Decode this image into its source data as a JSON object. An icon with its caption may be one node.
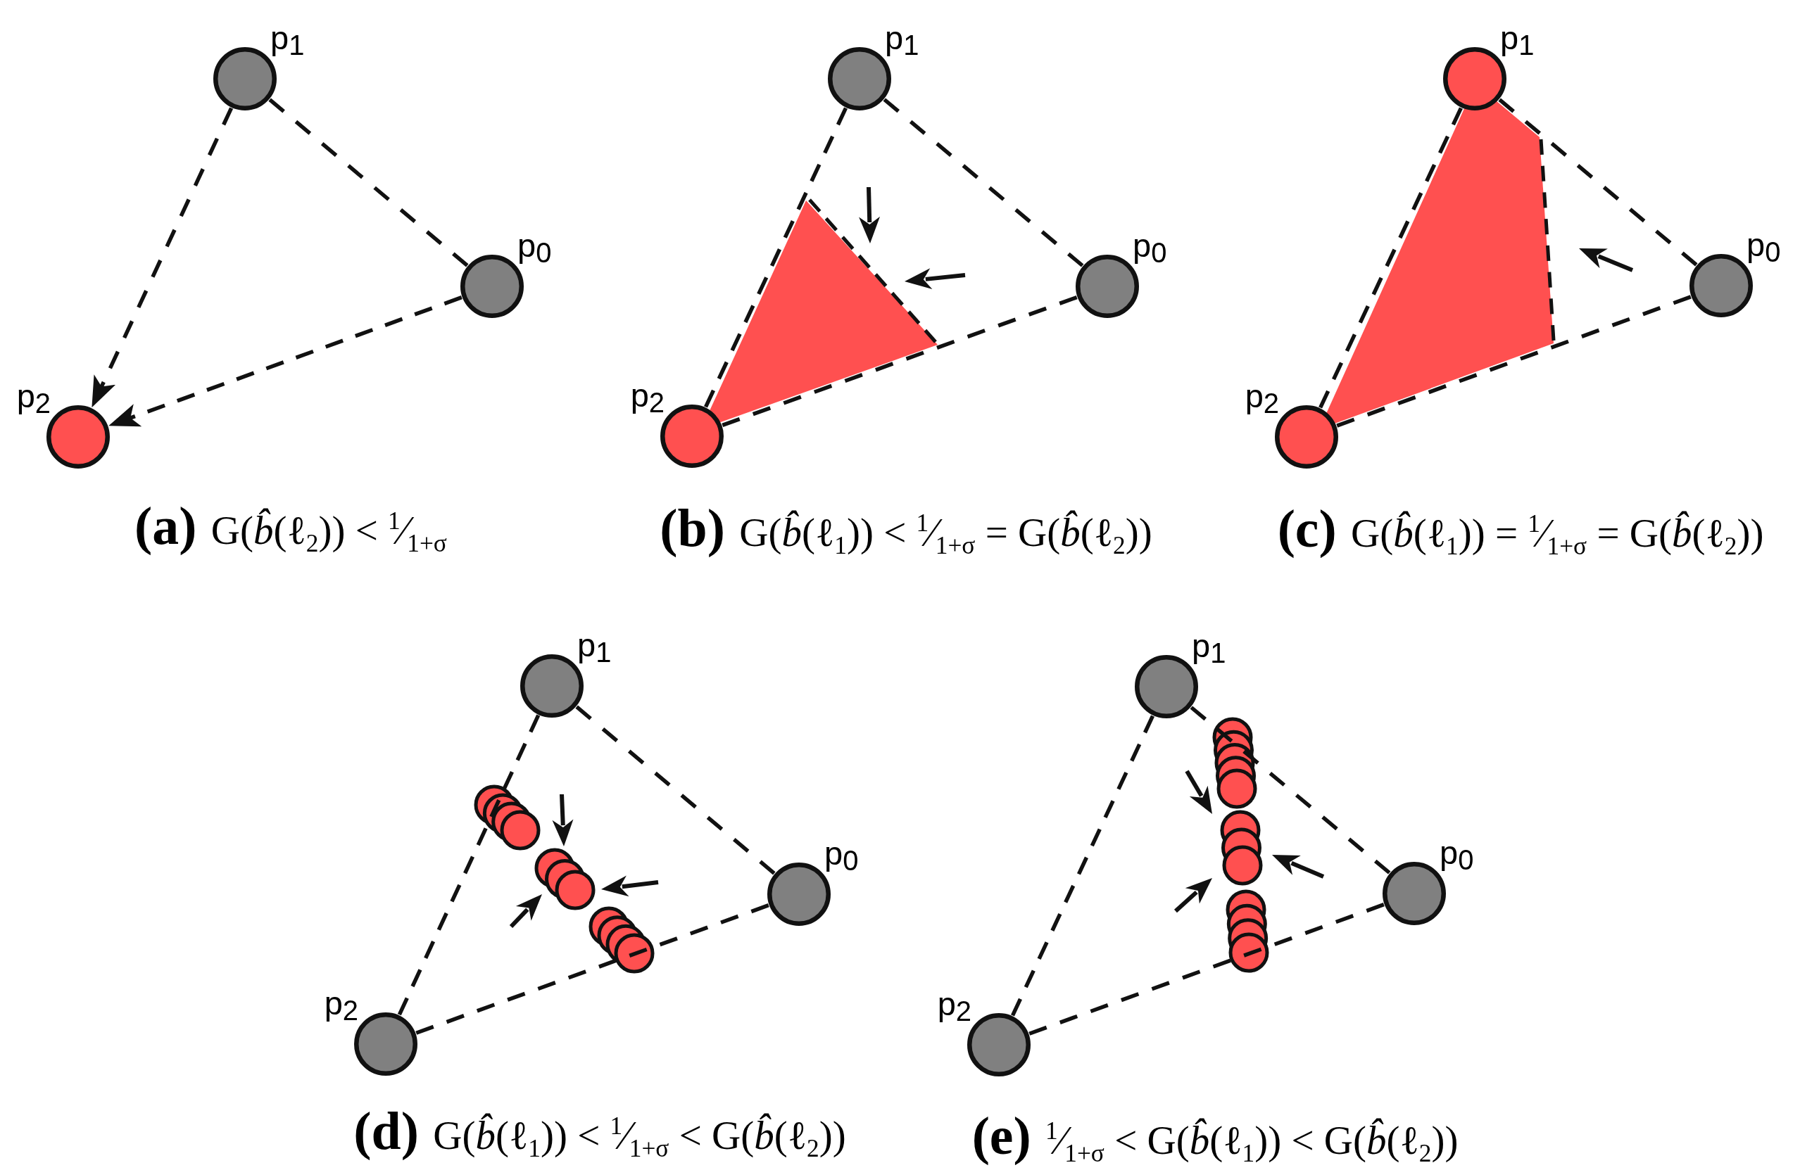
{
  "diagram": {
    "nodes": [
      {
        "text": [],
        "shape": "circle",
        "beside": [
          "p$_{1}$"
        ]
      },
      {
        "text": [],
        "shape": "circle",
        "beside": [
          "p$_{0}$"
        ]
      },
      {
        "text": [],
        "shape": "circle",
        "beside": [
          "p$_{2}$"
        ]
      },
      {
        "text": [],
        "shape": "circle",
        "beside": [
          "p$_{1}$"
        ]
      },
      {
        "text": [],
        "shape": "circle",
        "beside": [
          "p$_{0}$"
        ]
      },
      {
        "text": [],
        "shape": "circle",
        "beside": [
          "p$_{2}$"
        ]
      },
      {
        "text": [],
        "shape": "circle",
        "beside": [
          "p$_{1}$"
        ]
      },
      {
        "text": [],
        "shape": "circle",
        "beside": [
          "p$_{0}$"
        ]
      },
      {
        "text": [],
        "shape": "circle",
        "beside": [
          "p$_{2}$"
        ]
      },
      {
        "text": [],
        "shape": "circle",
        "beside": [
          "p$_{1}$"
        ]
      },
      {
        "text": [],
        "shape": "circle",
        "beside": [
          "p$_{0}$"
        ]
      },
      {
        "text": [],
        "shape": "circle",
        "beside": [
          "p$_{2}$"
        ]
      },
      {
        "text": [],
        "shape": "circle",
        "beside": [
          "p$_{1}$"
        ]
      },
      {
        "text": [],
        "shape": "circle",
        "beside": [
          "p$_{0}$"
        ]
      },
      {
        "text": [],
        "shape": "circle",
        "beside": [
          "p$_{2}$"
        ]
      }
    ],
    "edges": [
      {
        "from": 0,
        "to": 1,
        "arrow": "none",
        "style": "dashed"
      },
      {
        "from": 1,
        "to": 2,
        "arrow": "to",
        "style": "dashed"
      },
      {
        "from": 0,
        "to": 2,
        "arrow": "to",
        "style": "dashed"
      },
      {
        "from": 3,
        "to": 4,
        "arrow": "none",
        "style": "dashed"
      },
      {
        "from": 4,
        "to": 5,
        "arrow": "none",
        "style": "dashed"
      },
      {
        "from": 3,
        "to": 5,
        "arrow": "none",
        "style": "dashed"
      },
      {
        "from": 6,
        "to": 7,
        "arrow": "none",
        "style": "dashed"
      },
      {
        "from": 7,
        "to": 8,
        "arrow": "none",
        "style": "dashed"
      },
      {
        "from": 6,
        "to": 8,
        "arrow": "none",
        "style": "dashed"
      },
      {
        "from": 9,
        "to": 10,
        "arrow": "none",
        "style": "dashed"
      },
      {
        "from": 10,
        "to": 11,
        "arrow": "none",
        "style": "dashed"
      },
      {
        "from": 9,
        "to": 11,
        "arrow": "none",
        "style": "dashed"
      },
      {
        "from": 12,
        "to": 13,
        "arrow": "none",
        "style": "dashed"
      },
      {
        "from": 13,
        "to": 14,
        "arrow": "none",
        "style": "dashed"
      },
      {
        "from": 12,
        "to": 14,
        "arrow": "none",
        "style": "dashed"
      }
    ],
    "labels": [
      "**(a)** G(*b̂*(ℓ$_{2}$)) < $^{1}$⁄$_{1+σ}$",
      "**(b)** G(*b̂*(ℓ$_{1}$)) < $^{1}$⁄$_{1+σ}$ = G(*b̂*(ℓ$_{2}$))",
      "**(c)** G(*b̂*(ℓ$_{1}$)) = $^{1}$⁄$_{1+σ}$ = G(*b̂*(ℓ$_{2}$))",
      "**(d)** G(*b̂*(ℓ$_{1}$)) < $^{1}$⁄$_{1+σ}$ < G(*b̂*(ℓ$_{2}$))",
      "**(e)** $^{1}$⁄$_{1+σ}$ < G(*b̂*(ℓ$_{1}$)) < G(*b̂*(ℓ$_{2}$))"
    ]
  }
}
